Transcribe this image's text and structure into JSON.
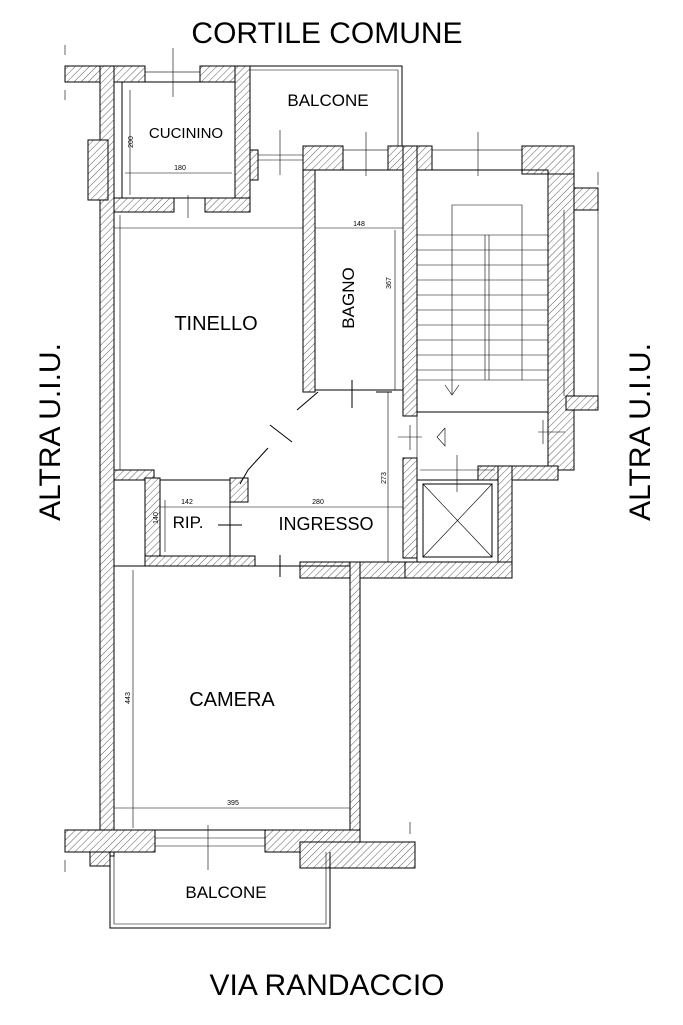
{
  "labels": {
    "top_street": "CORTILE COMUNE",
    "bottom_street": "VIA RANDACCIO",
    "left_side": "ALTRA U.I.U.",
    "right_side": "ALTRA U.I.U."
  },
  "rooms": {
    "balcone_top": "BALCONE",
    "cucinino": "CUCININO",
    "tinello": "TINELLO",
    "bagno": "BAGNO",
    "rip": "RIP.",
    "ingresso": "INGRESSO",
    "camera": "CAMERA",
    "balcone_bottom": "BALCONE"
  },
  "dimensions": {
    "cucinino_width": "180",
    "cucinino_height": "200",
    "bagno_width": "148",
    "bagno_height": "367",
    "rip_width": "142",
    "rip_height": "140",
    "ingresso_width": "280",
    "ingresso_height": "273",
    "camera_height": "443",
    "camera_width": "395"
  },
  "colors": {
    "wall_stroke": "#000000",
    "text": "#000000",
    "ingresso_text": "#444444"
  }
}
